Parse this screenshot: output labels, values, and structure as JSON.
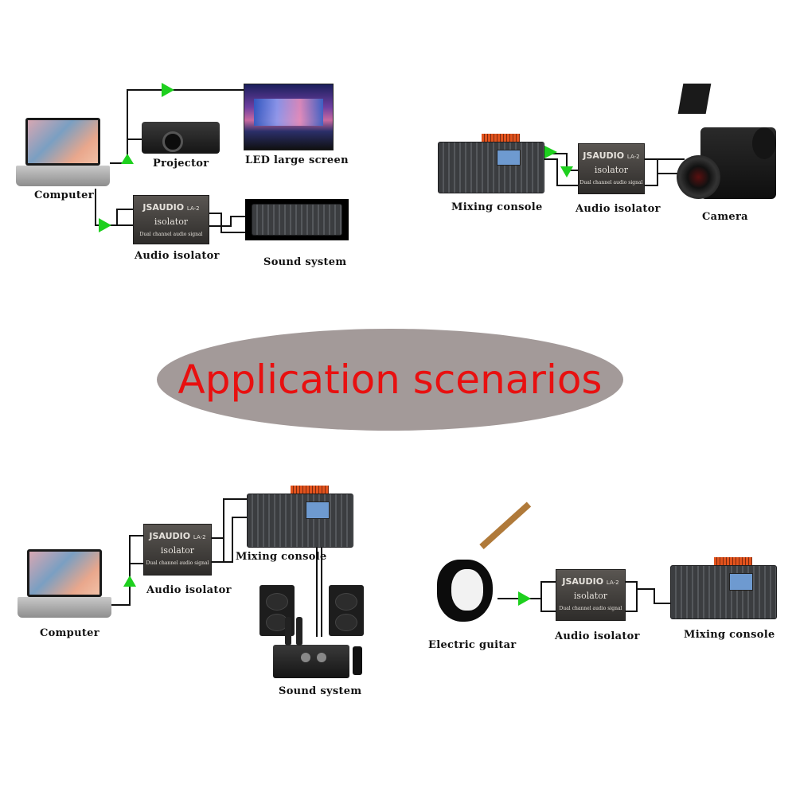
{
  "title": "Application scenarios",
  "colors": {
    "arrow": "#1ed01e",
    "title_text": "#e81010",
    "title_oval": "#a39a99",
    "wire": "#111111"
  },
  "isolator": {
    "brand": "JSAUDIO",
    "model": "LA-2",
    "name": "isolator",
    "sub": "Dual channel audio signal"
  },
  "scenario1": {
    "computer": "Computer",
    "projector": "Projector",
    "led": "LED large screen",
    "isolator": "Audio isolator",
    "sound": "Sound system"
  },
  "scenario2": {
    "console": "Mixing console",
    "isolator": "Audio isolator",
    "camera": "Camera"
  },
  "scenario3": {
    "computer": "Computer",
    "isolator": "Audio isolator",
    "console": "Mixing console",
    "sound": "Sound system"
  },
  "scenario4": {
    "guitar": "Electric guitar",
    "isolator": "Audio isolator",
    "console": "Mixing console"
  }
}
